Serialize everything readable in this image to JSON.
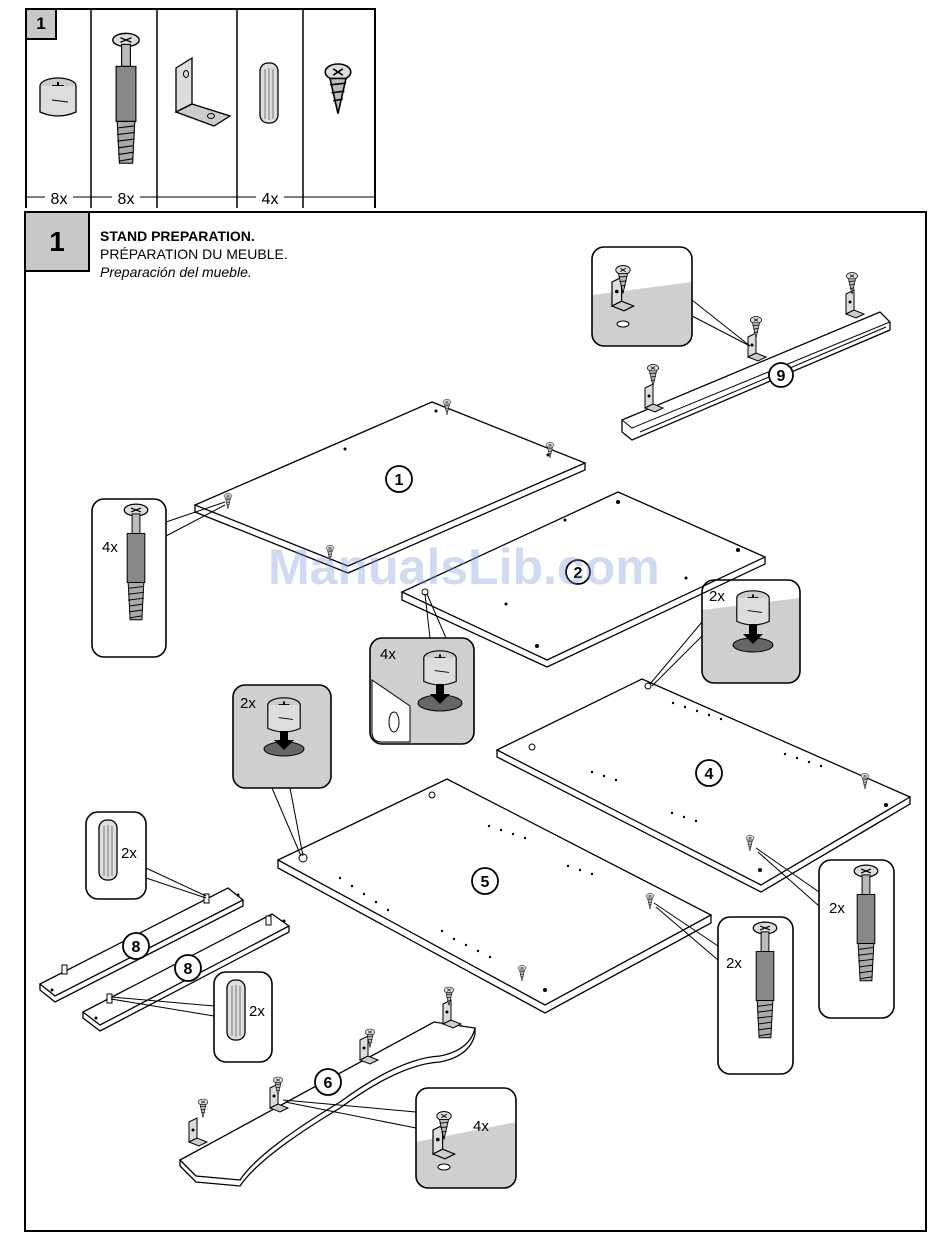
{
  "parts": {
    "section_number": "1",
    "quantities": [
      "8x",
      "8x",
      "4x"
    ]
  },
  "step": {
    "number": "1",
    "title_en": "STAND PREPARATION.",
    "title_fr": "PRÉPARATION DU MEUBLE.",
    "title_es": "Preparación del mueble."
  },
  "panels": [
    "1",
    "2",
    "4",
    "5",
    "6",
    "8",
    "8",
    "9"
  ],
  "callouts": {
    "bolt_panel1": "4x",
    "cam_panel2": "4x",
    "cam_panel4": "2x",
    "cam_panel5": "2x",
    "dowel_upper": "2x",
    "dowel_lower": "2x",
    "bolt_panel5": "2x",
    "bolt_panel4": "2x",
    "bracket_panel6": "4x"
  },
  "watermark": "ManualsLib.com"
}
